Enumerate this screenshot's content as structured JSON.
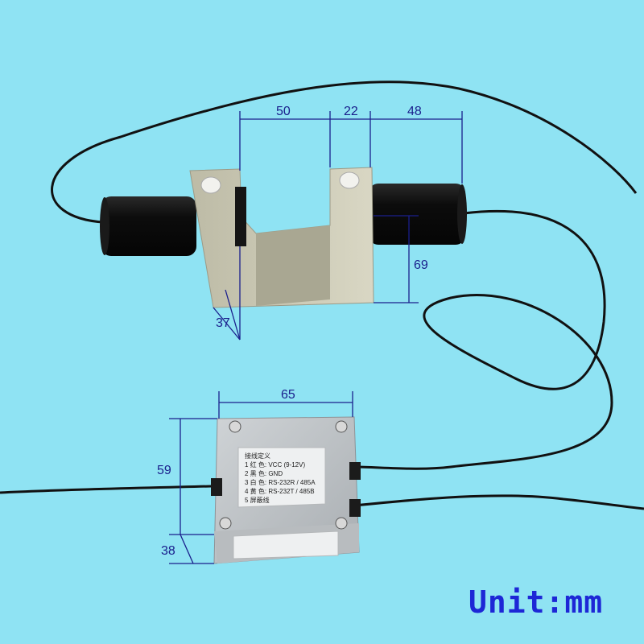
{
  "dimensions": {
    "d50": "50",
    "d22": "22",
    "d48": "48",
    "d69": "69",
    "d37": "37",
    "d65": "65",
    "d59": "59",
    "d38": "38"
  },
  "label": {
    "title": "接线定义",
    "rows": [
      "1  红 色:  VCC (9-12V)",
      "2  黑 色:  GND",
      "3  白 色:  RS-232R / 485A",
      "4  黄 色:  RS-232T / 485B",
      "5  屏蔽线"
    ]
  },
  "unit_caption": "Unit:mm",
  "colors": {
    "background": "#8fe3f3",
    "dimension_lines": "#1a1f8c",
    "caption": "#1d27d6"
  }
}
